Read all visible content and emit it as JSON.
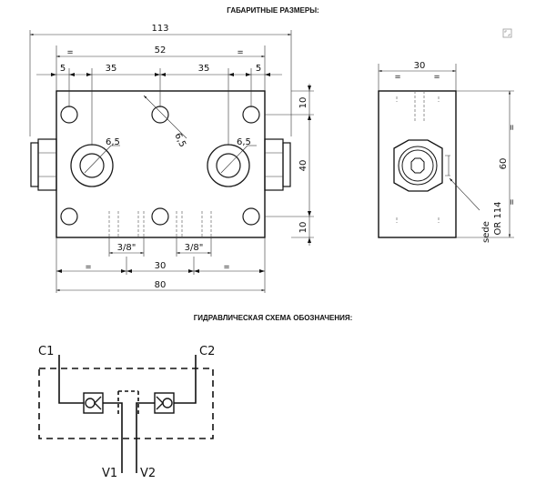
{
  "headings": {
    "dimensions": "ГАБАРИТНЫЕ РАЗМЕРЫ:",
    "hydraulic_scheme": "ГИДРАВЛИЧЕСКАЯ СХЕМА ОБОЗНАЧЕНИЯ:"
  },
  "front_view": {
    "overall_width": "113",
    "hole_spacing": "52",
    "edge_left": "5",
    "edge_right": "5",
    "span_left": "35",
    "span_right": "35",
    "row_top": "10",
    "row_mid": "40",
    "row_bottom": "10",
    "dia_left": "6,5",
    "dia_center": "6,5",
    "dia_right": "6,5",
    "port_left": "3/8\"",
    "port_right": "3/8\"",
    "port_spacing": "30",
    "body_width": "80",
    "equal_mark": "="
  },
  "side_view": {
    "width": "30",
    "height": "60",
    "seal_line1": "sede",
    "seal_line2": "OR 114"
  },
  "scheme": {
    "port_c1": "C1",
    "port_c2": "C2",
    "port_v1": "V1",
    "port_v2": "V2"
  },
  "icons": {
    "expand": "expand-icon"
  }
}
